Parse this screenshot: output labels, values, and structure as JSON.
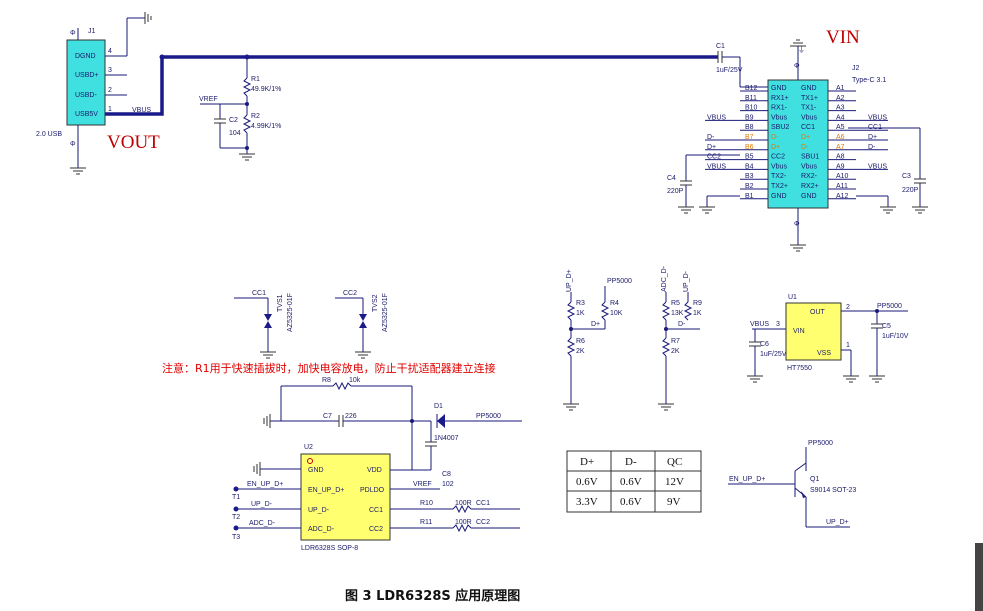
{
  "caption": "图 3 LDR6328S 应用原理图",
  "note": "注意：R1用于快速插拔时，加快电容放电，防止干扰适配器建立连接",
  "labels": {
    "vin": "VIN",
    "vout": "VOUT",
    "usb2_label": "2.0 USB",
    "j1": "J1",
    "j2": "J2",
    "typec": "Type-C 3.1",
    "u1": "U1",
    "u1_part": "HT7550",
    "u2": "U2",
    "u2_part": "LDR6328S SOP-8",
    "q1": "Q1",
    "q1_part": "S9014 SOT-23",
    "d1": "D1",
    "d1_part": "1N4007",
    "vbus": "VBUS",
    "vref": "VREF",
    "pp5000": "PP5000",
    "en_up_d": "EN_UP_D+",
    "up_d_minus": "UP_D-",
    "up_d_plus": "UP_D+",
    "adc_d": "ADC_D-",
    "cc1": "CC1",
    "cc2": "CC2",
    "dplus": "D+",
    "dminus": "D-",
    "t1": "T1",
    "t2": "T2",
    "t3": "T3",
    "out": "OUT",
    "vin_pin": "VIN",
    "vss": "VSS",
    "gnd": "GND",
    "vdd": "VDD",
    "pdldo": "PDLDO"
  },
  "j1_pins": [
    {
      "name": "DGND",
      "num": "4"
    },
    {
      "name": "USBD+",
      "num": "3"
    },
    {
      "name": "USBD-",
      "num": "2"
    },
    {
      "name": "USB5V",
      "num": "1"
    }
  ],
  "typec_left": [
    {
      "pin": "B12",
      "name": "GND"
    },
    {
      "pin": "B11",
      "name": "RX1+"
    },
    {
      "pin": "B10",
      "name": "RX1-"
    },
    {
      "pin": "B9",
      "name": "Vbus"
    },
    {
      "pin": "B8",
      "name": "SBU2"
    },
    {
      "pin": "B7",
      "name": "D-"
    },
    {
      "pin": "B6",
      "name": "D+"
    },
    {
      "pin": "B5",
      "name": "CC2"
    },
    {
      "pin": "B4",
      "name": "Vbus"
    },
    {
      "pin": "B3",
      "name": "TX2-"
    },
    {
      "pin": "B2",
      "name": "TX2+"
    },
    {
      "pin": "B1",
      "name": "GND"
    }
  ],
  "typec_right": [
    {
      "pin": "A1",
      "name": "GND"
    },
    {
      "pin": "A2",
      "name": "TX1+"
    },
    {
      "pin": "A3",
      "name": "TX1-"
    },
    {
      "pin": "A4",
      "name": "Vbus"
    },
    {
      "pin": "A5",
      "name": "CC1"
    },
    {
      "pin": "A6",
      "name": "D+"
    },
    {
      "pin": "A7",
      "name": "D-"
    },
    {
      "pin": "A8",
      "name": "SBU1"
    },
    {
      "pin": "A9",
      "name": "Vbus"
    },
    {
      "pin": "A10",
      "name": "RX2-"
    },
    {
      "pin": "A11",
      "name": "RX2+"
    },
    {
      "pin": "A12",
      "name": "GND"
    }
  ],
  "typec_left_nets": [
    "",
    "",
    "",
    "VBUS",
    "",
    "D-",
    "D+",
    "CC2",
    "VBUS",
    "",
    "",
    ""
  ],
  "typec_right_nets": [
    "",
    "",
    "",
    "VBUS",
    "CC1",
    "D+",
    "D-",
    "",
    "VBUS",
    "",
    "",
    ""
  ],
  "parts": {
    "r1": "R1",
    "r1_val": "49.9K/1%",
    "r2": "R2",
    "r2_val": "4.99K/1%",
    "c1": "C1",
    "c1_val": "1uF/25V",
    "c2": "C2",
    "c2_val": "104",
    "c3": "C3",
    "c3_val": "220P",
    "c4": "C4",
    "c4_val": "220P",
    "c5": "C5",
    "c5_val": "1uF/10V",
    "c6": "C6",
    "c6_val": "1uF/25V",
    "c7": "C7",
    "c7_val": "226",
    "c8": "C8",
    "c8_val": "102",
    "r3": "R3",
    "r3_val": "1K",
    "r4": "R4",
    "r4_val": "10K",
    "r5": "R5",
    "r5_val": "13K",
    "r6": "R6",
    "r6_val": "2K",
    "r7": "R7",
    "r7_val": "2K",
    "r8": "R8",
    "r8_val": "10k",
    "r9": "R9",
    "r9_val": "1K",
    "r10": "R10",
    "r10_val": "100R",
    "r11": "R11",
    "r11_val": "100R",
    "tvs1": "TVS1",
    "tvs1_val": "AZ5325-01F",
    "tvs2": "TVS2",
    "tvs2_val": "AZ5325-01F"
  },
  "table": {
    "headers": [
      "D+",
      "D-",
      "QC"
    ],
    "rows": [
      [
        "0.6V",
        "0.6V",
        "12V"
      ],
      [
        "3.3V",
        "0.6V",
        "9V"
      ]
    ]
  }
}
